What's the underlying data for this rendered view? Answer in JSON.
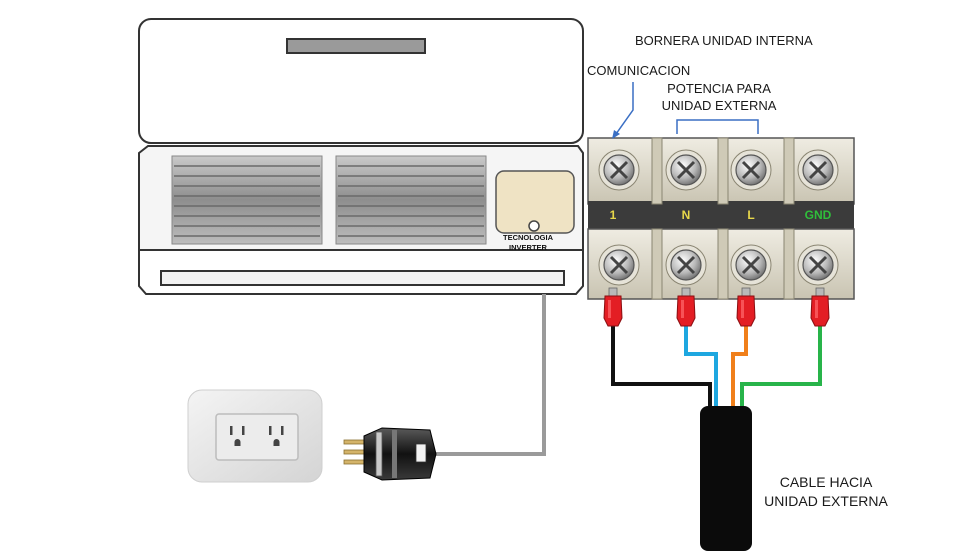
{
  "labels": {
    "terminal_title": "BORNERA UNIDAD INTERNA",
    "communication": "COMUNICACION",
    "power_line1": "POTENCIA PARA",
    "power_line2": "UNIDAD EXTERNA",
    "cable_line1": "CABLE HACIA",
    "cable_line2": "UNIDAD EXTERNA",
    "unit_badge_line1": "TECNOLOGIA",
    "unit_badge_line2": "INVERTER"
  },
  "terminals": [
    {
      "label": "1",
      "color": "#e8d84a",
      "wire_color": "#111111"
    },
    {
      "label": "N",
      "color": "#e8d84a",
      "wire_color": "#1ea7e0"
    },
    {
      "label": "L",
      "color": "#e8d84a",
      "wire_color": "#f07f1a"
    },
    {
      "label": "GND",
      "color": "#2fbf3a",
      "wire_color": "#28b44a"
    }
  ],
  "colors": {
    "terminal_block": "#d8d4c4",
    "terminal_label_band": "#3b3b3b",
    "connector": "#e31e24",
    "annotation_line": "#3a6fc4",
    "power_cord": "#9a9a9a",
    "cable_jacket": "#0b0b0b"
  }
}
